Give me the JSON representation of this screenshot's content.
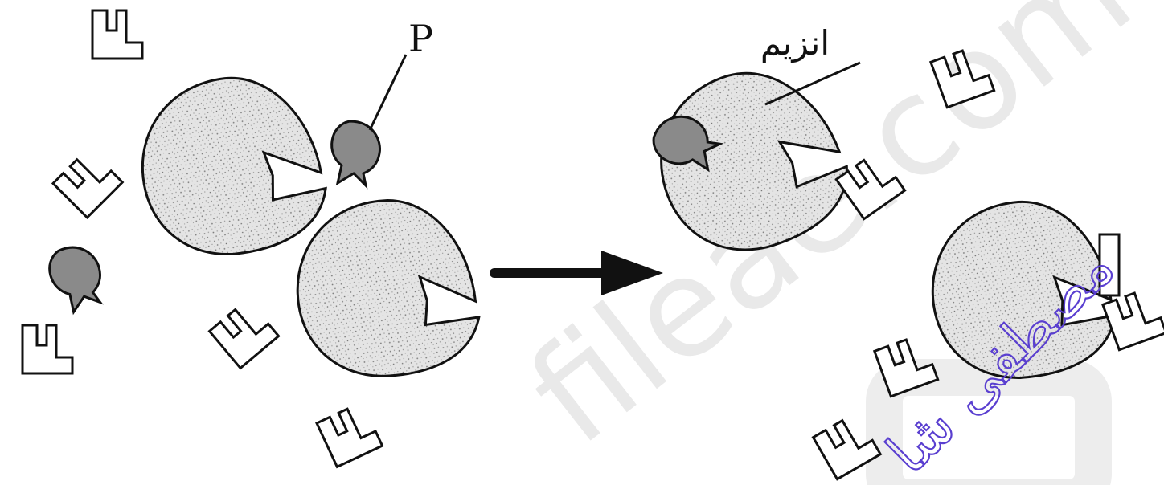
{
  "diagram": {
    "labels": {
      "inhibitor": "P",
      "enzyme": "انزیم"
    },
    "watermark": "fileae.com",
    "signature": "مصطفی شا",
    "colors": {
      "background": "#ffffff",
      "outline": "#111111",
      "enzyme_fill": "#e4e4e4",
      "enzyme_speckle": "#7a7a7a",
      "inhibitor_fill": "#8a8a8a",
      "arrow": "#111111",
      "watermark": "#e9e9e9",
      "signature": "#5a3fd0"
    }
  }
}
